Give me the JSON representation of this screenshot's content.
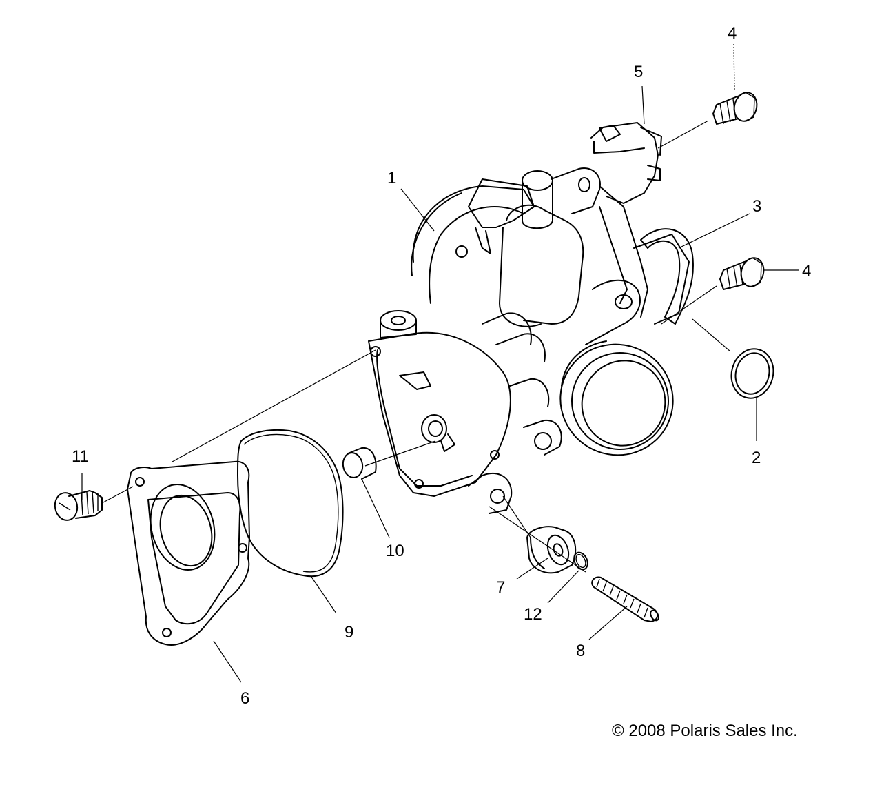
{
  "callouts": {
    "c1": "1",
    "c2": "2",
    "c3": "3",
    "c4a": "4",
    "c4b": "4",
    "c5": "5",
    "c6": "6",
    "c7": "7",
    "c8": "8",
    "c9": "9",
    "c10": "10",
    "c11": "11",
    "c12": "12"
  },
  "copyright": "© 2008 Polaris Sales Inc."
}
